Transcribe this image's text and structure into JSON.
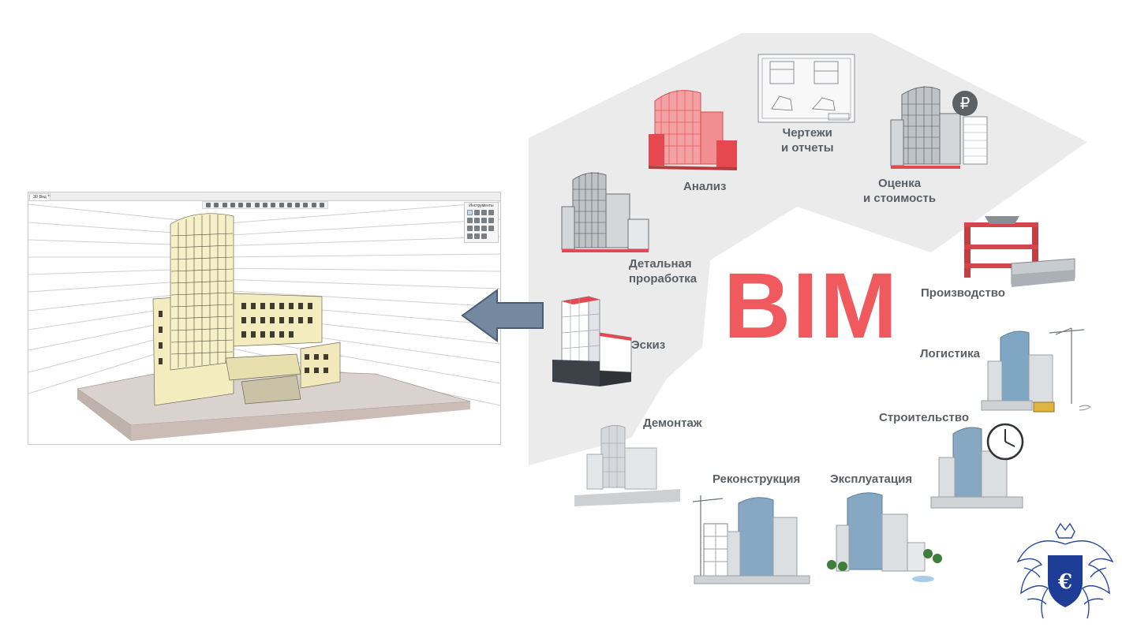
{
  "diagram": {
    "title": "BIM",
    "stages": [
      {
        "id": "analysis",
        "label": "Анализ"
      },
      {
        "id": "drawings",
        "label": "Чертежи\nи отчеты"
      },
      {
        "id": "costing",
        "label": "Оценка\nи стоимость"
      },
      {
        "id": "detailing",
        "label": "Детальная\nпроработка"
      },
      {
        "id": "sketch",
        "label": "Эскиз"
      },
      {
        "id": "production",
        "label": "Производство"
      },
      {
        "id": "logistics",
        "label": "Логистика"
      },
      {
        "id": "construction",
        "label": "Строительство"
      },
      {
        "id": "demolition",
        "label": "Демонтаж"
      },
      {
        "id": "reconstruction",
        "label": "Реконструкция"
      },
      {
        "id": "operation",
        "label": "Эксплуатация"
      }
    ]
  },
  "viewer": {
    "tab_label": "3D Вид",
    "tab_add": "+",
    "tools_title": "Инструменты"
  },
  "colors": {
    "accent_red": "#f05a5f",
    "panel_gray": "#ebebeb",
    "arrow_fill": "#7489a0",
    "arrow_stroke": "#4a5d74",
    "label_gray": "#5a5f66",
    "building_beige": "#f3ecbf"
  },
  "icons": {
    "currency": "ruble-sign-icon",
    "clock": "clock-icon",
    "emblem": "double-headed-eagle-emblem-icon"
  }
}
